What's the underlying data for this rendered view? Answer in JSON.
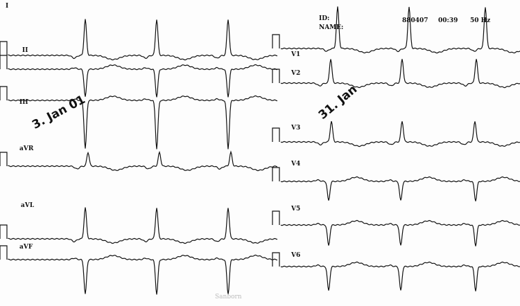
{
  "header": {
    "id_label": "ID:",
    "name_label": "NAME:",
    "record": "880407",
    "time": "00:39",
    "filter": "50 Hz"
  },
  "stamps": {
    "left": "3. Jan 01",
    "right": "31. Jan"
  },
  "footer": "Sanborn",
  "leads": {
    "left": [
      {
        "label": "I",
        "polarity": "positive"
      },
      {
        "label": "II",
        "polarity": "negative"
      },
      {
        "label": "III",
        "polarity": "negative"
      },
      {
        "label": "aVR",
        "polarity": "positive"
      },
      {
        "label": "aVL",
        "polarity": "positive"
      },
      {
        "label": "aVF",
        "polarity": "negative"
      }
    ],
    "right": [
      {
        "label": "V1",
        "polarity": "positive"
      },
      {
        "label": "V2",
        "polarity": "positive"
      },
      {
        "label": "V3",
        "polarity": "positive"
      },
      {
        "label": "V4",
        "polarity": "negative"
      },
      {
        "label": "V5",
        "polarity": "negative"
      },
      {
        "label": "V6",
        "polarity": "negative"
      }
    ]
  }
}
